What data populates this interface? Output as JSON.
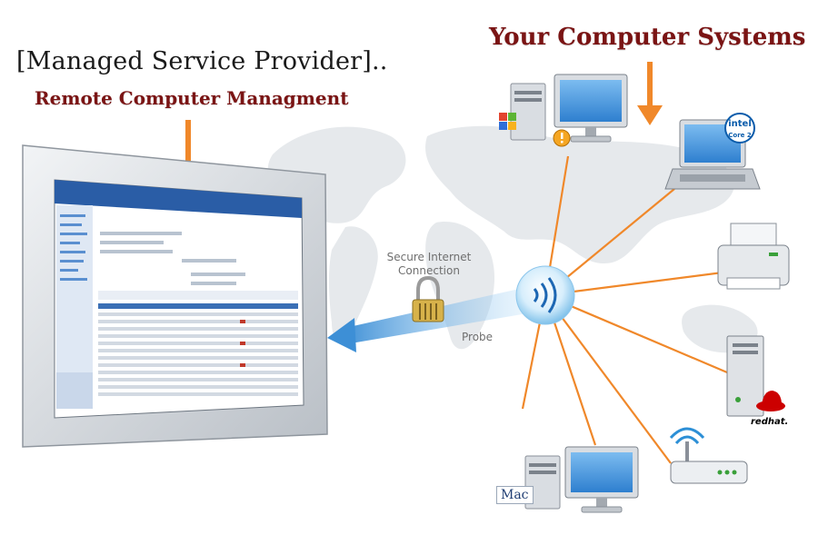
{
  "header": {
    "main_title": "[Managed Service Provider]..",
    "sub_title": "Remote Computer Managment"
  },
  "systems": {
    "title": "Your Computer Systems"
  },
  "connection": {
    "secure_label_line1": "Secure Internet",
    "secure_label_line2": "Connection",
    "probe_label": "Probe"
  },
  "brands": {
    "intel_line1": "intel",
    "intel_line2": "Core 2",
    "mac": "Mac",
    "redhat": "redhat."
  },
  "colors": {
    "orange_accent": "#f0882a",
    "title_red": "#7a1414",
    "probe_blue": "#4aa8e6",
    "map_gray": "#e4e7ea"
  },
  "icons": {
    "windows_pc": "windows-logo-icon",
    "warning": "warning-icon",
    "laptop": "laptop-icon",
    "printer": "printer-icon",
    "server": "server-icon",
    "router": "wifi-router-icon",
    "mac_pc": "mac-computer-icon",
    "lock": "padlock-icon",
    "probe": "wireless-probe-icon"
  }
}
